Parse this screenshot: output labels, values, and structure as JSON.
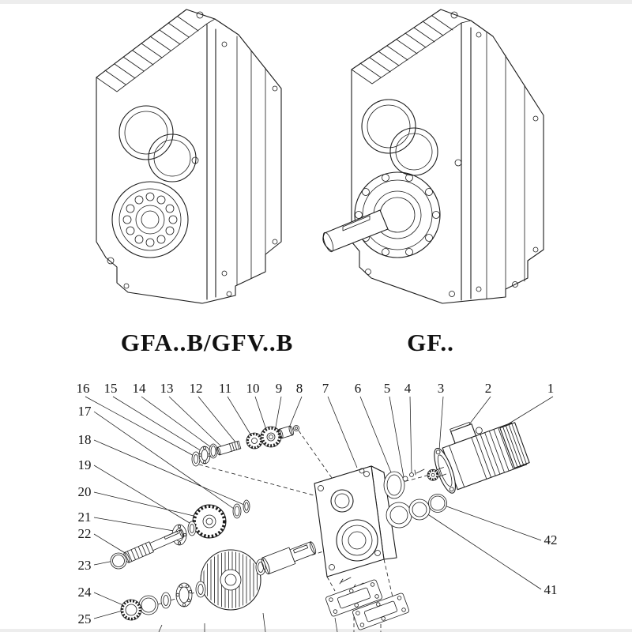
{
  "page": {
    "background_color": "#ffffff",
    "line_color": "#1c1c1c"
  },
  "models": {
    "left": {
      "label": "GFA..B/GFV..B"
    },
    "right": {
      "label": "GF.."
    }
  },
  "exploded": {
    "callouts_top": [
      "16",
      "15",
      "14",
      "13",
      "12",
      "11",
      "10",
      "9",
      "8",
      "7",
      "6",
      "5",
      "4",
      "3",
      "2",
      "1"
    ],
    "callouts_left": [
      "17",
      "18",
      "19",
      "20",
      "21",
      "22",
      "23",
      "24",
      "25"
    ],
    "callouts_right": [
      "42",
      "41"
    ]
  }
}
